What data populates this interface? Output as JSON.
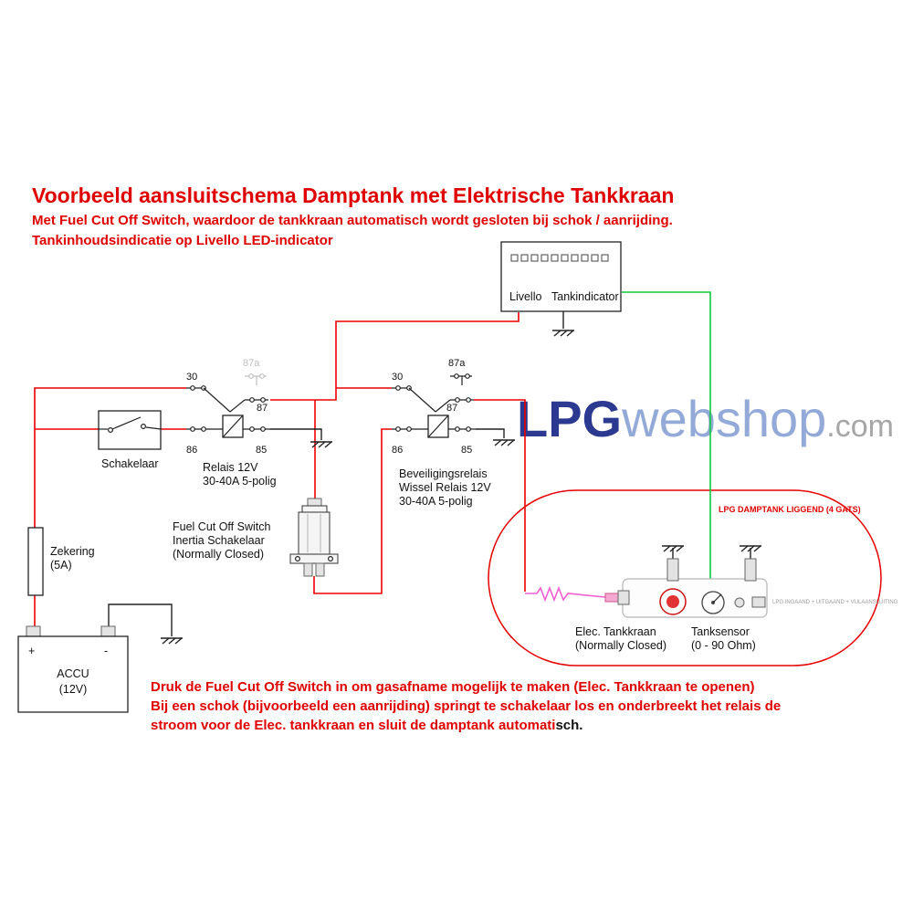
{
  "title": {
    "line1": "Voorbeeld aansluitschema Damptank met Elektrische Tankkraan",
    "line2": "Met Fuel Cut Off Switch, waardoor de tankkraan automatisch wordt gesloten bij schok / aanrijding.",
    "line3": "Tankinhoudsindicatie op Livello LED-indicator"
  },
  "watermark": {
    "lpg": "LPG",
    "webshop": "webshop",
    "dotcom": ".com"
  },
  "pins": {
    "p30": "30",
    "p87a": "87a",
    "p87": "87",
    "p86": "86",
    "p85": "85"
  },
  "components": {
    "livello": {
      "label1": "Livello",
      "label2": "Tankindicator",
      "led_count": 10
    },
    "relay1": {
      "caption1": "Relais 12V",
      "caption2": "30-40A 5-polig"
    },
    "relay2": {
      "caption1": "Beveiligingsrelais",
      "caption2": "Wissel Relais 12V",
      "caption3": "30-40A 5-polig"
    },
    "schakelaar": {
      "label": "Schakelaar"
    },
    "zekering": {
      "label1": "Zekering",
      "label2": "(5A)"
    },
    "accu": {
      "label1": "ACCU",
      "label2": "(12V)",
      "plus": "+",
      "minus": "-"
    },
    "fuel_cutoff_switch": {
      "label1": "Fuel Cut Off Switch",
      "label2": "Inertia Schakelaar",
      "label3": "(Normally Closed)"
    },
    "tank": {
      "label": "LPG DAMPTANK LIGGEND (4 GATS)",
      "fitting_note": "LPG INGAAND + UITGAAND + VULAANSLUITING"
    },
    "tankkraan": {
      "label1": "Elec. Tankkraan",
      "label2": "(Normally Closed)"
    },
    "tanksensor": {
      "label1": "Tanksensor",
      "label2": "(0 - 90 Ohm)"
    }
  },
  "footer": {
    "line1": "Druk de Fuel Cut Off Switch in om gasafname mogelijk te maken (Elec. Tankkraan te openen)",
    "line2": "Bij een schok (bijvoorbeeld een aanrijding) springt te schakelaar los en onderbreekt het relais de",
    "line3_red": "stroom voor de Elec. tankkraan en sluit de damptank automati",
    "line3_black": "sch."
  },
  "colors": {
    "power_wire": "#ee0000",
    "sensor_wire": "#12c83e",
    "valve_wire": "#ef5fd2",
    "ground_wire": "#222222",
    "accent_text": "#e00000",
    "tank_outline": "#e80000",
    "logo_dark_blue": "#2b3990",
    "logo_light_blue": "#93aad8",
    "logo_gray": "#a6a6a6"
  }
}
